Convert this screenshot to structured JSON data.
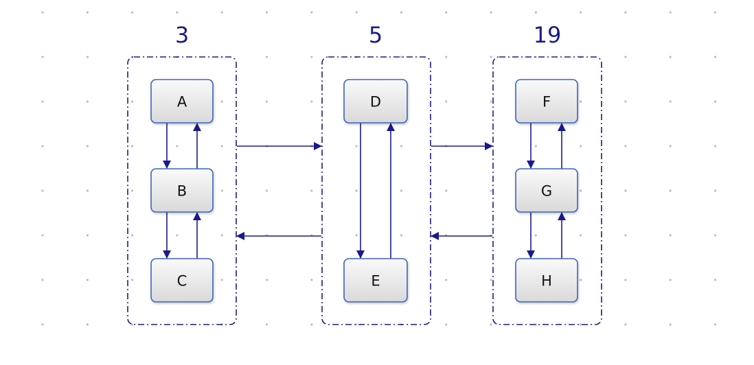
{
  "colors": {
    "accent": "#1a1a8c",
    "node_border": "#3a64c2",
    "node_fill_top": "#fafafa",
    "node_fill_bottom": "#d9d9d9",
    "grid_dot": "#bdbdbd"
  },
  "groups": [
    {
      "id": "g3",
      "label": "3",
      "nodes": [
        {
          "id": "A",
          "label": "A"
        },
        {
          "id": "B",
          "label": "B"
        },
        {
          "id": "C",
          "label": "C"
        }
      ]
    },
    {
      "id": "g5",
      "label": "5",
      "nodes": [
        {
          "id": "D",
          "label": "D"
        },
        {
          "id": "E",
          "label": "E"
        }
      ]
    },
    {
      "id": "g19",
      "label": "19",
      "nodes": [
        {
          "id": "F",
          "label": "F"
        },
        {
          "id": "G",
          "label": "G"
        },
        {
          "id": "H",
          "label": "H"
        }
      ]
    }
  ],
  "edges": [
    {
      "from": "A",
      "to": "B"
    },
    {
      "from": "B",
      "to": "A"
    },
    {
      "from": "B",
      "to": "C"
    },
    {
      "from": "C",
      "to": "B"
    },
    {
      "from": "D",
      "to": "E"
    },
    {
      "from": "E",
      "to": "D"
    },
    {
      "from": "F",
      "to": "G"
    },
    {
      "from": "G",
      "to": "F"
    },
    {
      "from": "G",
      "to": "H"
    },
    {
      "from": "H",
      "to": "G"
    },
    {
      "from": "g3",
      "to": "g5"
    },
    {
      "from": "g5",
      "to": "g3"
    },
    {
      "from": "g5",
      "to": "g19"
    },
    {
      "from": "g19",
      "to": "g5"
    }
  ]
}
